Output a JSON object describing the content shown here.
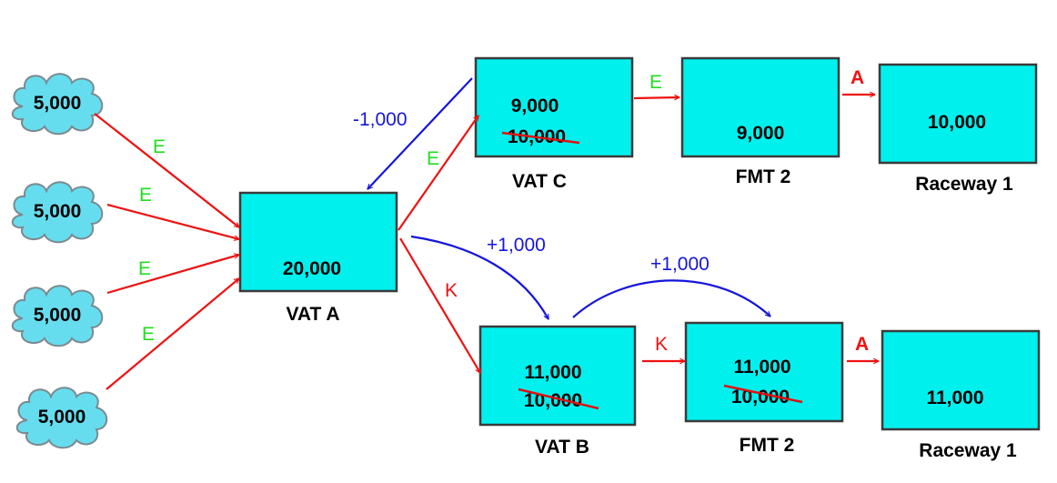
{
  "colors": {
    "box_fill": "#00f0ee",
    "cloud_fill": "#66ddee",
    "red": "#ee1111",
    "blue": "#1515dd",
    "green": "#22dd22",
    "strike": "#dd1111"
  },
  "sources": [
    {
      "value": "5,000",
      "edge_label": "E"
    },
    {
      "value": "5,000",
      "edge_label": "E"
    },
    {
      "value": "5,000",
      "edge_label": "E"
    },
    {
      "value": "5,000",
      "edge_label": "E"
    }
  ],
  "boxes": {
    "vat_a": {
      "label": "VAT A",
      "value": "20,000"
    },
    "vat_c": {
      "label": "VAT C",
      "value": "9,000",
      "old_value": "10,000"
    },
    "fmt2_top": {
      "label": "FMT 2",
      "value": "9,000"
    },
    "raceway1_top": {
      "label": "Raceway 1",
      "value": "10,000"
    },
    "vat_b": {
      "label": "VAT B",
      "value": "11,000",
      "old_value": "10,000"
    },
    "fmt2_bottom": {
      "label": "FMT 2",
      "value": "11,000",
      "old_value": "10,000"
    },
    "raceway1_bottom": {
      "label": "Raceway 1",
      "value": "11,000"
    }
  },
  "edges": {
    "vat_a_to_vat_c": "E",
    "vat_a_to_vat_b": "K",
    "vat_c_to_fmt2": "E",
    "fmt2_to_raceway_top": "A",
    "vat_b_to_fmt2": "K",
    "fmt2_to_raceway_bottom": "A",
    "transfer_c_to_a": "-1,000",
    "transfer_a_to_b": "+1,000",
    "transfer_b_to_fmt2": "+1,000"
  }
}
